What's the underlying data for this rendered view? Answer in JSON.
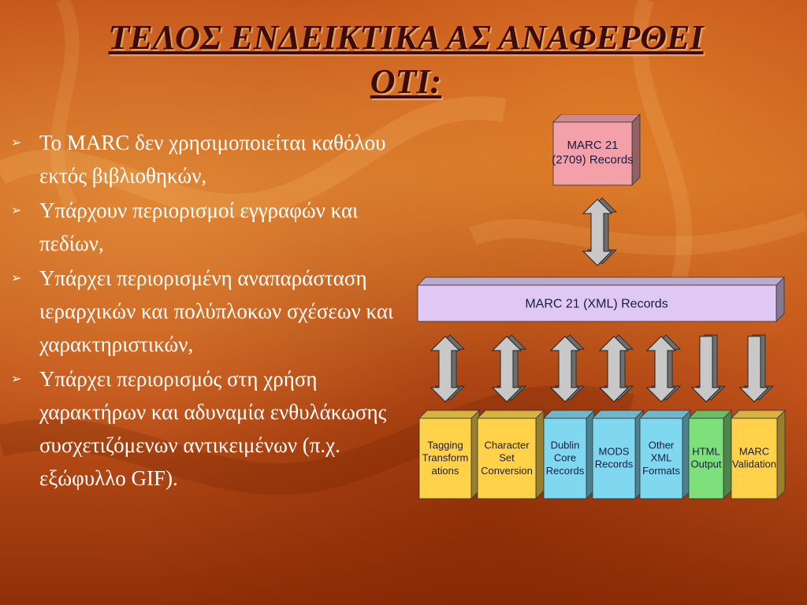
{
  "title": "ΤΕΛΟΣ ΕΝΔΕΙΚΤΙΚΑ ΑΣ ΑΝΑΦΕΡΘΕΙ ΟΤΙ:",
  "title_lines": [
    "ΤΕΛΟΣ ΕΝΔΕΙΚΤΙΚΑ ΑΣ ΑΝΑΦΕΡΘΕΙ",
    "ΟΤΙ:"
  ],
  "bullet_icon": "arrowhead-right-icon",
  "bullets": [
    {
      "text": "Το MARC δεν χρησιμοποιείται καθόλου εκτός βιβλιοθηκών,"
    },
    {
      "text": "Υπάρχουν περιορισμοί εγγραφών και πεδίων,"
    },
    {
      "text": "Υπάρχει περιορισμένη αναπαράσταση ιεραρχικών και πολύπλοκων σχέσεων και χαρακτηριστικών,"
    },
    {
      "text": "Υπάρχει περιορισμός στη χρήση χαρακτήρων και αδυναμία ενθυλάκωσης συσχετιζόμενων αντικειμένων (π.χ. εξώφυλλο GIF)."
    }
  ],
  "diagram": {
    "top_box": {
      "lines": [
        "MARC 21",
        "(2709) Records"
      ],
      "color": "#f4a0a8"
    },
    "middle_bar": {
      "label": "MARC 21 (XML) Records",
      "color": "#e0c8f4"
    },
    "bottom_boxes": [
      {
        "lines": [
          "Tagging",
          "Transform",
          "ations"
        ],
        "color": "#ffd24a",
        "arrow": "bidirectional"
      },
      {
        "lines": [
          "Character",
          "Set",
          "Conversion"
        ],
        "color": "#ffd24a",
        "arrow": "bidirectional"
      },
      {
        "lines": [
          "Dublin",
          "Core",
          "Records"
        ],
        "color": "#7fd8f0",
        "arrow": "bidirectional"
      },
      {
        "lines": [
          "MODS",
          "Records"
        ],
        "color": "#7fd8f0",
        "arrow": "bidirectional"
      },
      {
        "lines": [
          "Other",
          "XML",
          "Formats"
        ],
        "color": "#7fd8f0",
        "arrow": "bidirectional"
      },
      {
        "lines": [
          "HTML",
          "Output"
        ],
        "color": "#7ee07a",
        "arrow": "down"
      },
      {
        "lines": [
          "MARC",
          "Validation"
        ],
        "color": "#ffd24a",
        "arrow": "down"
      }
    ]
  }
}
